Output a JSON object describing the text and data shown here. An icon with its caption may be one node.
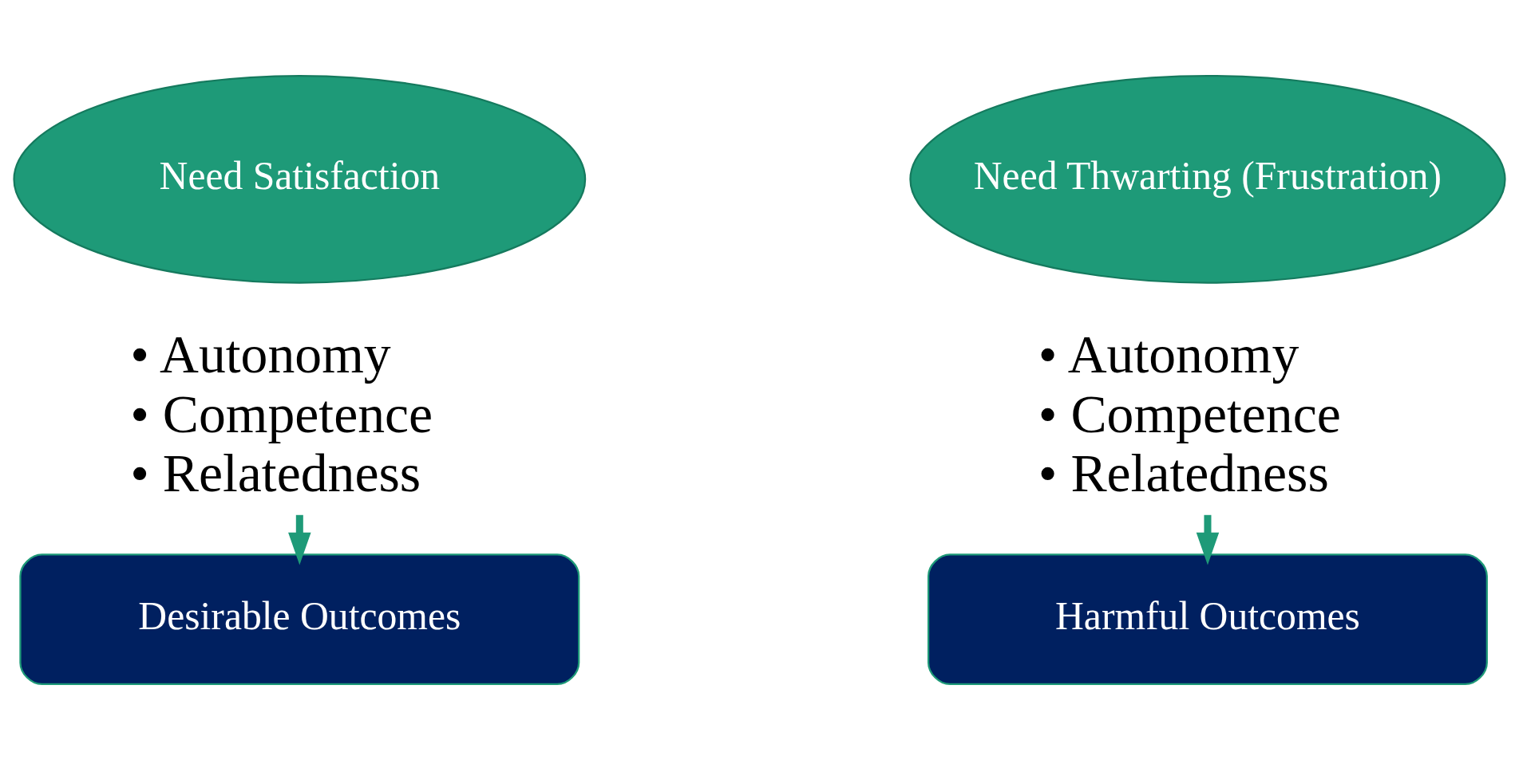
{
  "diagram": {
    "nodes": [
      {
        "text": [
          "Need Satisfaction"
        ]
      },
      {
        "text": [
          "• Autonomy",
          "• Competence",
          "• Relatedness"
        ]
      },
      {
        "text": [
          "Desirable Outcomes"
        ]
      },
      {
        "text": [
          "Need Thwarting (Frustration)"
        ]
      },
      {
        "text": [
          "• Autonomy",
          "• Competence",
          "• Relatedness"
        ]
      },
      {
        "text": [
          "Harmful Outcomes"
        ]
      }
    ],
    "edges": [
      {
        "from": 1,
        "to": 2,
        "arrow": "to"
      },
      {
        "from": 4,
        "to": 5,
        "arrow": "to"
      }
    ]
  }
}
